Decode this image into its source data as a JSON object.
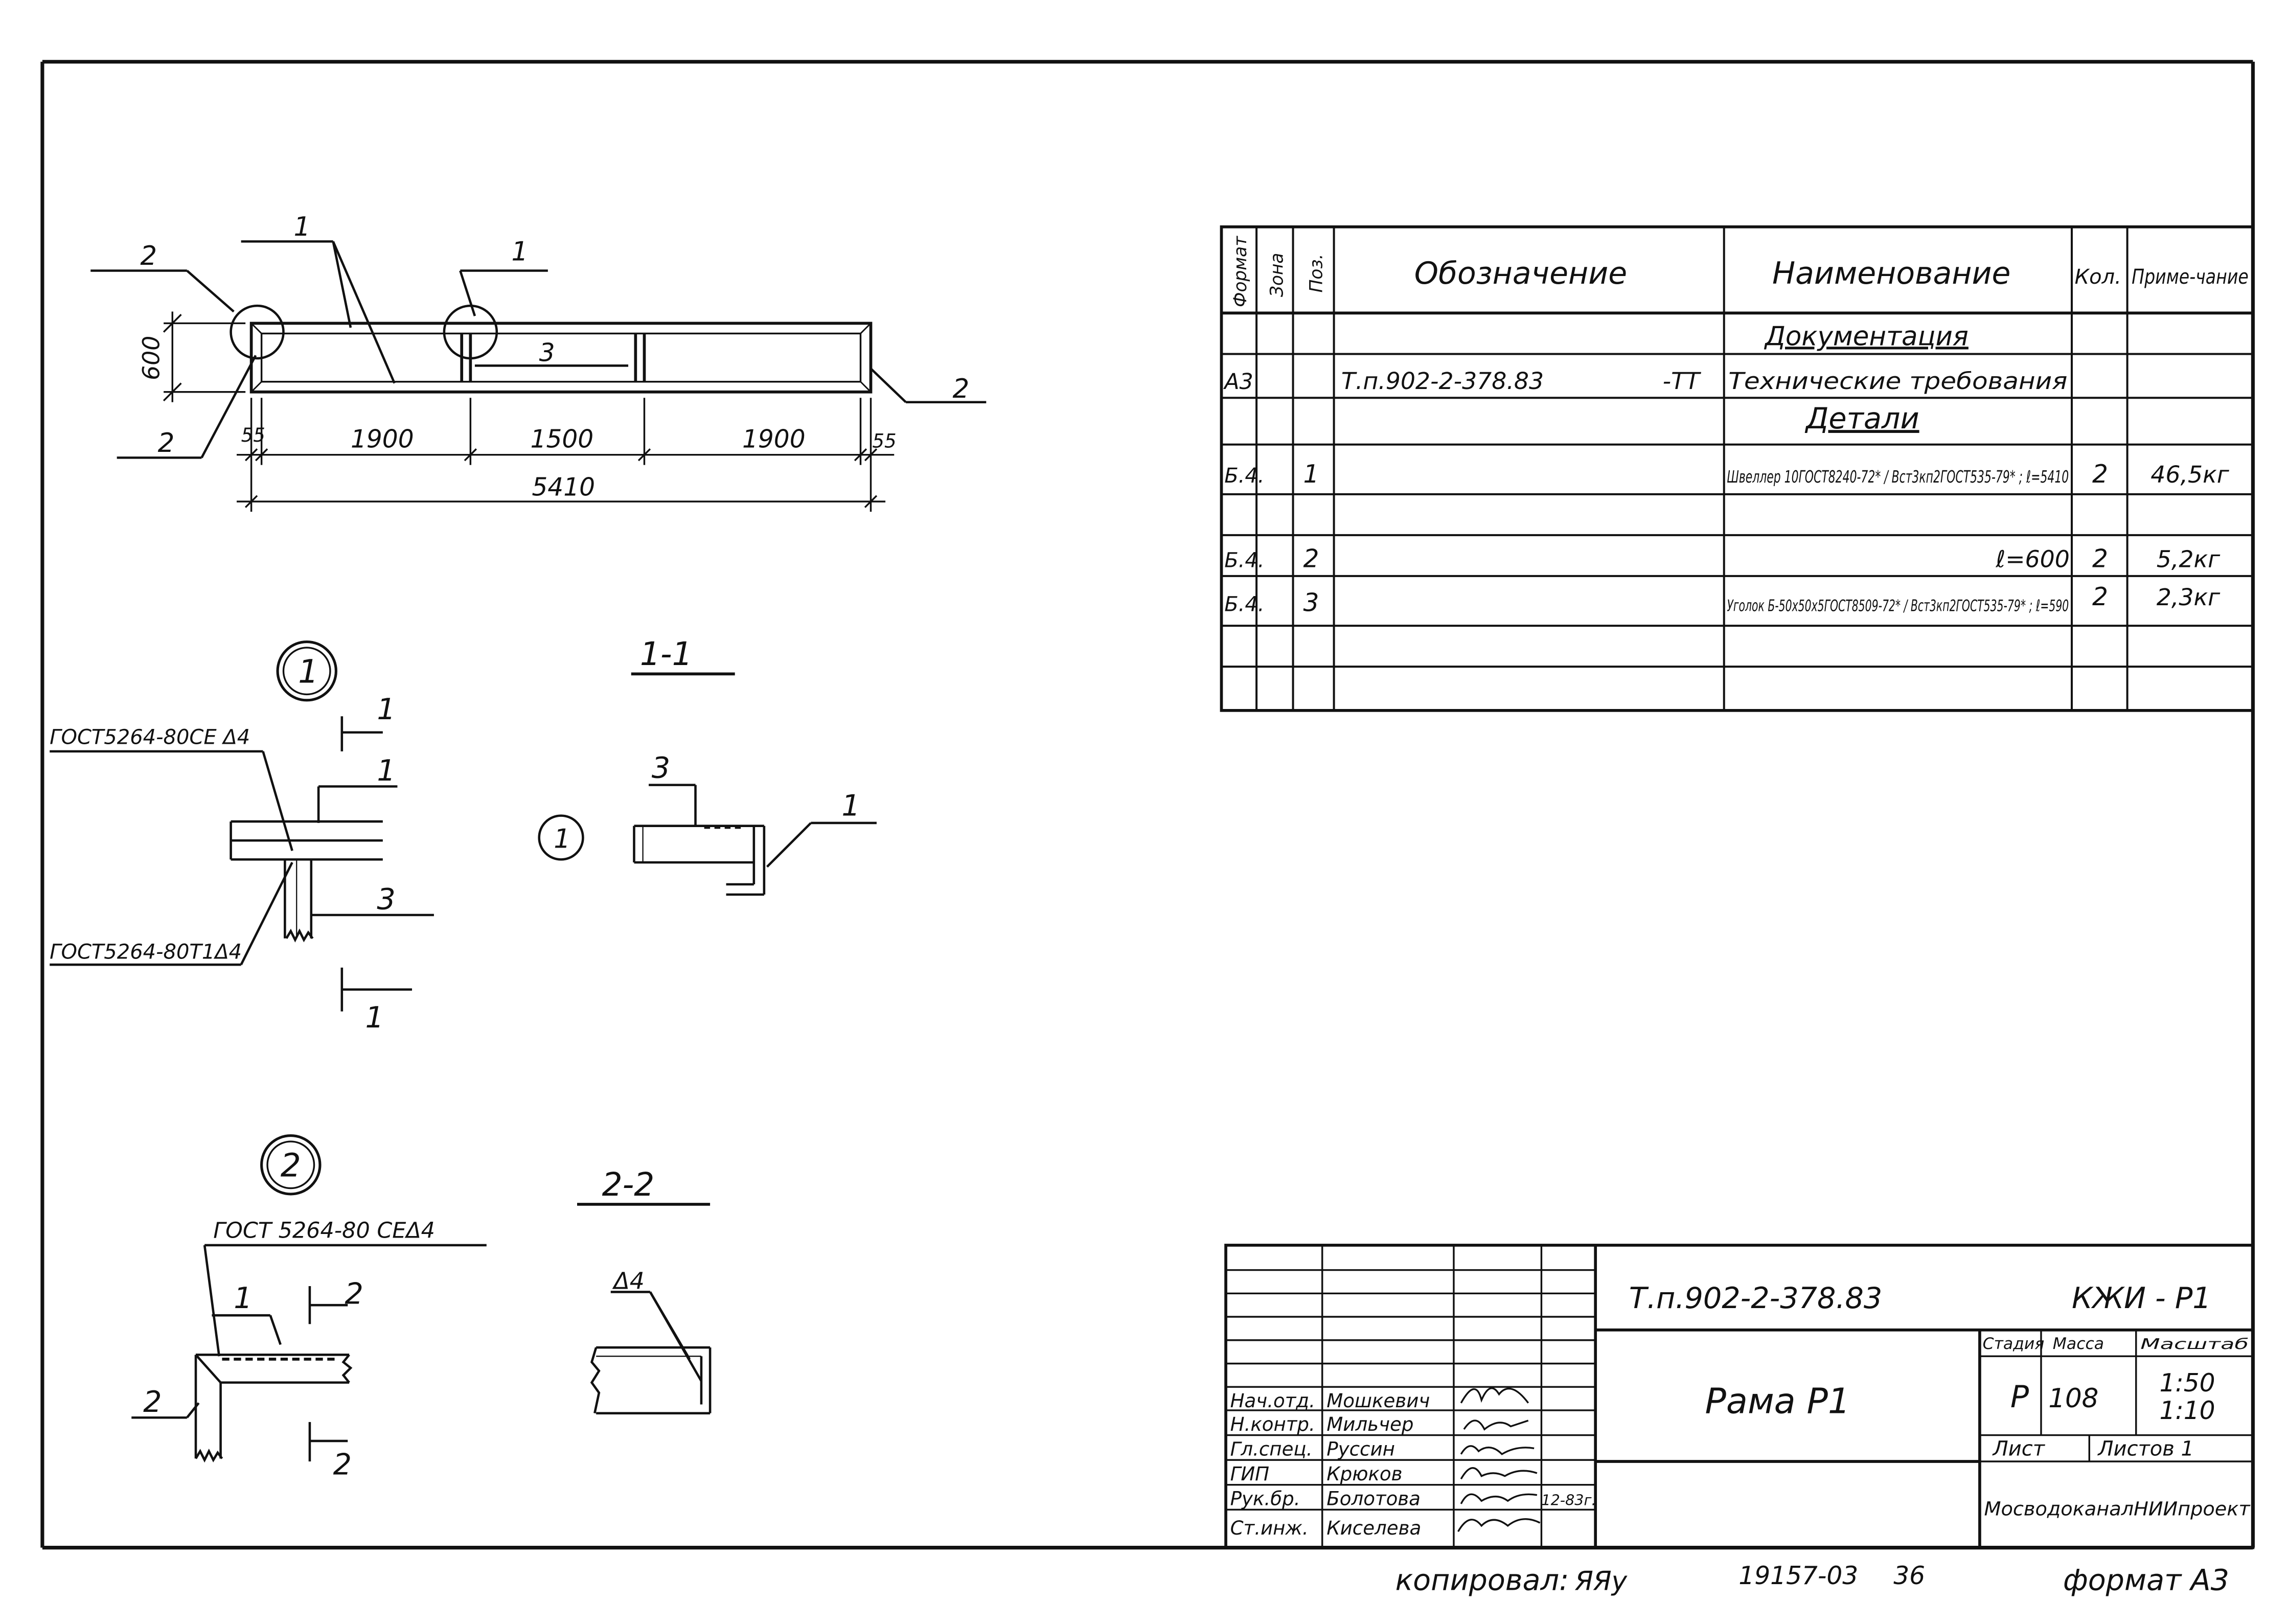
{
  "plan": {
    "callouts": [
      "1",
      "1",
      "2",
      "2",
      "2",
      "3"
    ],
    "dim_height": "600",
    "dims": [
      "55",
      "1900",
      "1500",
      "1900",
      "55"
    ],
    "dim_total": "5410"
  },
  "detail1": {
    "marker": "1",
    "section_label": "1-1",
    "weld_top": "ГОСТ5264-80СЕ Δ4",
    "weld_bottom": "ГОСТ5264-80Т1Δ4",
    "cut": "1",
    "labels": [
      "1",
      "3"
    ],
    "section": {
      "labels": [
        "3",
        "1"
      ],
      "marker": "1"
    }
  },
  "detail2": {
    "marker": "2",
    "section_label": "2-2",
    "weld": "ГОСТ 5264-80 СЕΔ4",
    "cut": "2",
    "labels": [
      "1",
      "2"
    ],
    "section": {
      "weld": "Δ4"
    }
  },
  "spec_table": {
    "headers": [
      "Формат",
      "Зона",
      "Поз.",
      "Обозначение",
      "Наименование",
      "Кол.",
      "Приме-чание"
    ],
    "rows": [
      {
        "format": "",
        "zone": "",
        "pos": "",
        "designation": "",
        "name": "Документация",
        "qty": "",
        "note": ""
      },
      {
        "format": "А3",
        "zone": "",
        "pos": "",
        "designation": "Т.п.902-2-378.83",
        "designation_suffix": "-ТТ",
        "name": "Технические требования",
        "qty": "",
        "note": ""
      },
      {
        "format": "",
        "zone": "",
        "pos": "",
        "designation": "",
        "name": "Детали",
        "qty": "",
        "note": ""
      },
      {
        "format": "Б.4.",
        "zone": "",
        "pos": "1",
        "designation": "",
        "name": "Швеллер 10ГОСТ8240-72* / Вст3кп2ГОСТ535-79* ; ℓ=5410",
        "qty": "2",
        "note": "46,5кг"
      },
      {
        "format": "Б.4.",
        "zone": "",
        "pos": "2",
        "designation": "",
        "name": "ℓ=600",
        "qty": "2",
        "note": "5,2кг"
      },
      {
        "format": "Б.4.",
        "zone": "",
        "pos": "3",
        "designation": "",
        "name": "Уголок Б-50х50х5ГОСТ8509-72* / Вст3кп2ГОСТ535-79* ; ℓ=590",
        "qty": "2",
        "note": "2,3кг"
      }
    ]
  },
  "title_block": {
    "doc_number": "Т.п.902-2-378.83",
    "code": "КЖИ - Р1",
    "title": "Рама Р1",
    "stage_header": "Стадия",
    "mass_header": "Масса",
    "scale_header": "Масштаб",
    "stage": "Р",
    "mass": "108",
    "scale1": "1:50",
    "scale2": "1:10",
    "sheet_label": "Лист",
    "sheets_label": "Листов 1",
    "organization": "МосводоканалНИИпроект",
    "staff": [
      {
        "role": "Нач.отд.",
        "name": "Мошкевич"
      },
      {
        "role": "Н.контр.",
        "name": "Мильчер"
      },
      {
        "role": "Гл.спец.",
        "name": "Руссин"
      },
      {
        "role": "ГИП",
        "name": "Крюков"
      },
      {
        "role": "Рук.бр.",
        "name": "Болотова"
      },
      {
        "role": "Ст.инж.",
        "name": "Киселева"
      }
    ],
    "date_fragment": "12-83г."
  },
  "footer": {
    "copied": "копировал:",
    "copied_sig": "ЯЯу",
    "order": "19157-03",
    "page": "36",
    "format": "формат А3"
  }
}
